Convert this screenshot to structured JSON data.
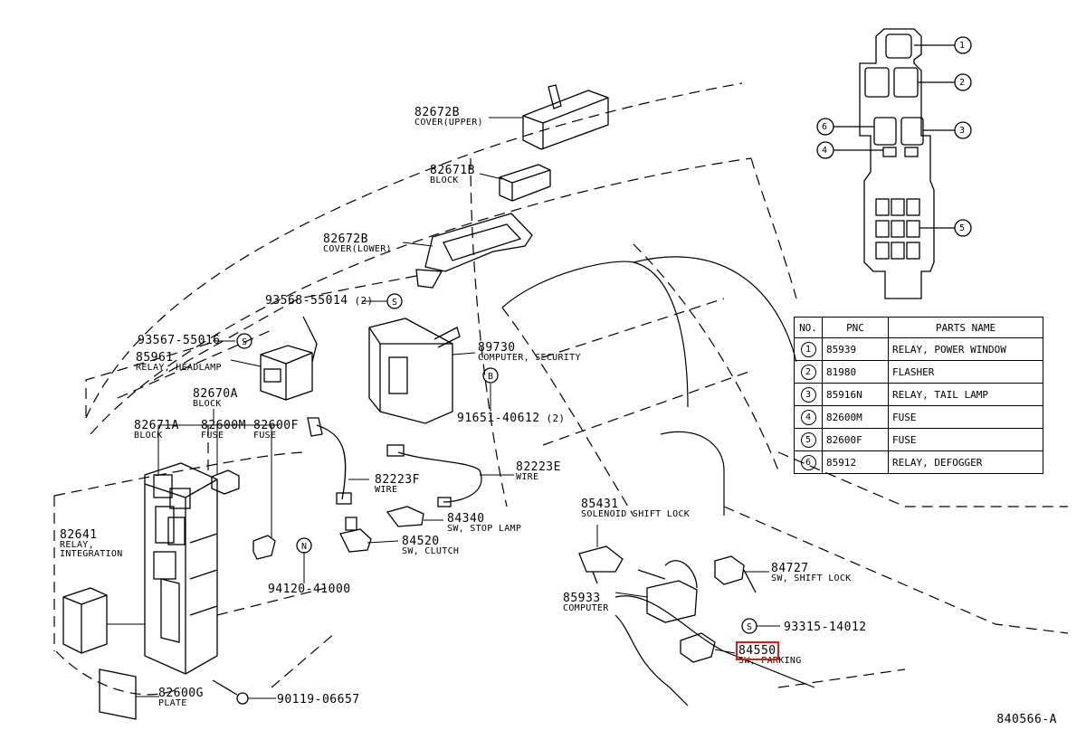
{
  "parts": [
    {
      "pnc": "82672B",
      "name": "COVER(UPPER)"
    },
    {
      "pnc": "82671B",
      "name": "BLOCK"
    },
    {
      "pnc": "82672B",
      "name": "COVER(LOWER)"
    },
    {
      "pnc": "93568-55014",
      "qty": "(2)",
      "mark": "S"
    },
    {
      "pnc": "93567-55016",
      "mark": "S"
    },
    {
      "pnc": "85961",
      "name": "RELAY, HEADLAMP"
    },
    {
      "pnc": "89730",
      "name": "COMPUTER, SECURITY"
    },
    {
      "pnc": "91651-40612",
      "qty": "(2)",
      "mark": "B"
    },
    {
      "pnc": "82670A",
      "name": "BLOCK"
    },
    {
      "pnc": "82671A",
      "name": "BLOCK"
    },
    {
      "pnc": "82600M",
      "name": "FUSE"
    },
    {
      "pnc": "82600F",
      "name": "FUSE"
    },
    {
      "pnc": "82223F",
      "name": "WIRE"
    },
    {
      "pnc": "82223E",
      "name": "WIRE"
    },
    {
      "pnc": "84340",
      "name": "SW, STOP LAMP"
    },
    {
      "pnc": "84520",
      "name": "SW, CLUTCH"
    },
    {
      "pnc": "82641",
      "name": "RELAY, INTEGRATION"
    },
    {
      "pnc": "94120-41000",
      "mark": "N"
    },
    {
      "pnc": "82600G",
      "name": "PLATE"
    },
    {
      "pnc": "90119-06657"
    },
    {
      "pnc": "85431",
      "name": "SOLENOID SHIFT LOCK"
    },
    {
      "pnc": "85933",
      "name": "COMPUTER"
    },
    {
      "pnc": "84727",
      "name": "SW, SHIFT LOCK"
    },
    {
      "pnc": "93315-14012",
      "mark": "S"
    },
    {
      "pnc": "84550",
      "name": "SW, PARKING",
      "highlighted": true
    }
  ],
  "table": {
    "headers": [
      "NO.",
      "PNC",
      "PARTS NAME"
    ],
    "rows": [
      {
        "no": "1",
        "pnc": "85939",
        "name": "RELAY, POWER WINDOW"
      },
      {
        "no": "2",
        "pnc": "81980",
        "name": "FLASHER"
      },
      {
        "no": "3",
        "pnc": "85916N",
        "name": "RELAY, TAIL LAMP"
      },
      {
        "no": "4",
        "pnc": "82600M",
        "name": "FUSE"
      },
      {
        "no": "5",
        "pnc": "82600F",
        "name": "FUSE"
      },
      {
        "no": "6",
        "pnc": "85912",
        "name": "RELAY, DEFOGGER"
      }
    ]
  },
  "callouts": [
    "1",
    "2",
    "3",
    "4",
    "5",
    "6"
  ],
  "figure_code": "840566-A",
  "colors": {
    "line": "#000000",
    "highlight": "#e01b1b",
    "background": "#ffffff"
  }
}
